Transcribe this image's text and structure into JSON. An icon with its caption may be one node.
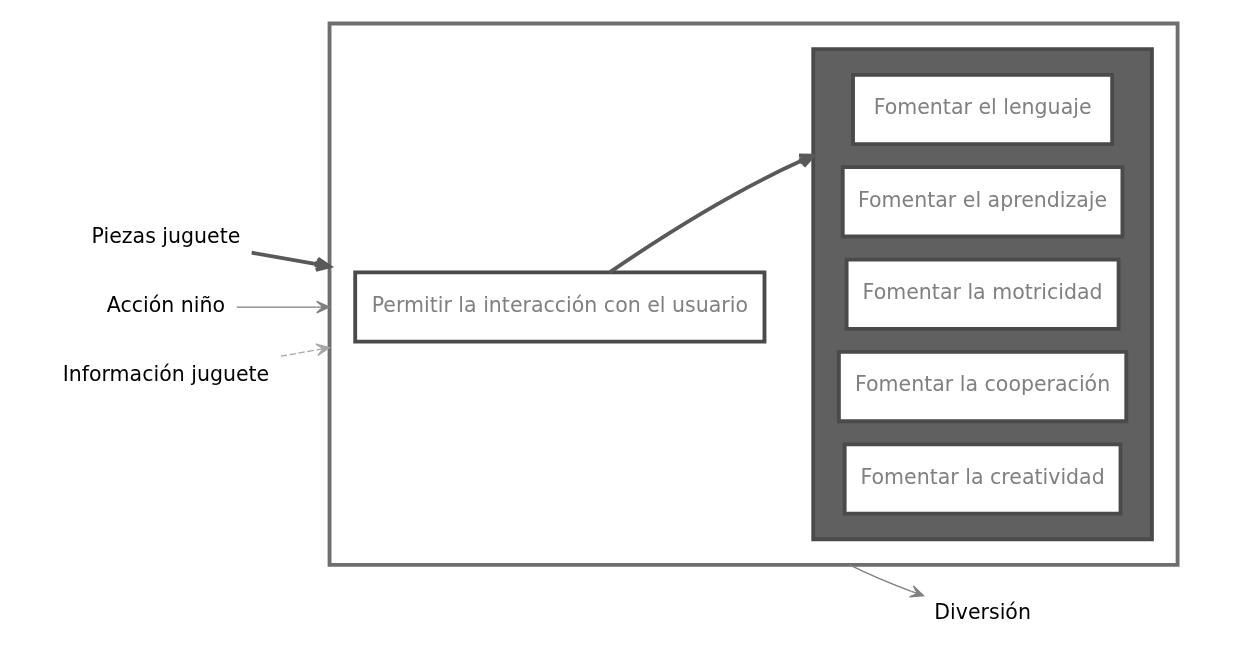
{
  "diagram": {
    "nodes": [
      {
        "text": [],
        "shape": "box"
      },
      {
        "text": [
          "Permitir la interacción con el usuario"
        ],
        "in": 0
      },
      {
        "text": [],
        "shape": "box",
        "in": 0
      },
      {
        "text": [
          "Fomentar el lenguaje"
        ],
        "in": 2
      },
      {
        "text": [
          "Fomentar el aprendizaje"
        ],
        "in": 2
      },
      {
        "text": [
          "Fomentar la motricidad"
        ],
        "in": 2
      },
      {
        "text": [
          "Fomentar la cooperación"
        ],
        "in": 2
      },
      {
        "text": [
          "Fomentar la creatividad"
        ],
        "in": 2
      },
      {
        "text": [
          "Piezas juguete"
        ]
      },
      {
        "text": [
          "Acción niño"
        ]
      },
      {
        "text": [
          "Información juguete"
        ]
      },
      {
        "text": [
          "Diversión"
        ]
      }
    ],
    "edges": [
      {
        "from": 8,
        "to": 0,
        "arrow": "to",
        "style": "thick",
        "color": "#595959"
      },
      {
        "from": 1,
        "to": 2,
        "arrow": "to",
        "style": "thick",
        "color": "#595959"
      },
      {
        "from": 9,
        "to": 0,
        "arrow": "to"
      },
      {
        "from": 10,
        "to": 0,
        "arrow": "to",
        "style": "dashed",
        "color": "#a6a6a6"
      },
      {
        "from": 0,
        "to": 11,
        "arrow": "to"
      }
    ]
  }
}
